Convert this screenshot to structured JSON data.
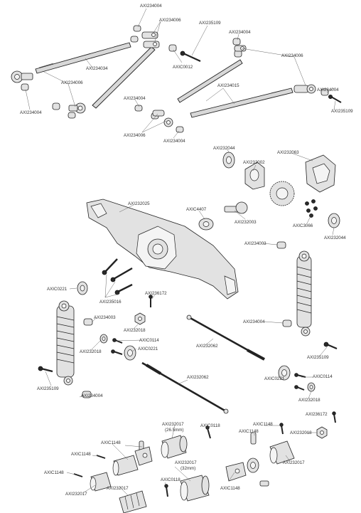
{
  "diagram": {
    "labels": [
      {
        "id": "l01",
        "text": "AXI234004"
      },
      {
        "id": "l02",
        "text": "AXI234006"
      },
      {
        "id": "l03",
        "text": "AXI235109"
      },
      {
        "id": "l04",
        "text": "AXI234004"
      },
      {
        "id": "l05",
        "text": "AXI234006"
      },
      {
        "id": "l06",
        "text": "AXI234034"
      },
      {
        "id": "l07",
        "text": "AXIC0012"
      },
      {
        "id": "l08",
        "text": "AXI234006"
      },
      {
        "id": "l09",
        "text": "AXI234015"
      },
      {
        "id": "l10",
        "text": "AXI234004"
      },
      {
        "id": "l11",
        "text": "AXI234004"
      },
      {
        "id": "l12",
        "text": "AXI234004"
      },
      {
        "id": "l13",
        "text": "AXI235109"
      },
      {
        "id": "l14",
        "text": "AXI234006"
      },
      {
        "id": "l15",
        "text": "AXI234004"
      },
      {
        "id": "l16",
        "text": "AXI232044"
      },
      {
        "id": "l17",
        "text": "AXI232063"
      },
      {
        "id": "l18",
        "text": "AXI232002"
      },
      {
        "id": "l19",
        "text": "AXI232025"
      },
      {
        "id": "l20",
        "text": "AXIC4407"
      },
      {
        "id": "l21",
        "text": "AXI232003"
      },
      {
        "id": "l22",
        "text": "AXIC3066"
      },
      {
        "id": "l23",
        "text": "AXI232044"
      },
      {
        "id": "l24",
        "text": "AXI234003"
      },
      {
        "id": "l25",
        "text": "AXIC0221"
      },
      {
        "id": "l26",
        "text": "AXI235016"
      },
      {
        "id": "l27",
        "text": "AXI236172"
      },
      {
        "id": "l28",
        "text": "AXI234003"
      },
      {
        "id": "l29",
        "text": "AXI232018"
      },
      {
        "id": "l30",
        "text": "AXIC0114"
      },
      {
        "id": "l31",
        "text": "AXIC0221"
      },
      {
        "id": "l32",
        "text": "AXI232018"
      },
      {
        "id": "l33",
        "text": "AXI234004"
      },
      {
        "id": "l34",
        "text": "AXI232062"
      },
      {
        "id": "l35",
        "text": "AXI235109"
      },
      {
        "id": "l36",
        "text": "AXI232062"
      },
      {
        "id": "l37",
        "text": "AXIC0114"
      },
      {
        "id": "l38",
        "text": "AXIC0221"
      },
      {
        "id": "l39",
        "text": "AXI235109"
      },
      {
        "id": "l40",
        "text": "AXI232018"
      },
      {
        "id": "l41",
        "text": "AXI234004"
      },
      {
        "id": "l42",
        "text": "AXI236172"
      },
      {
        "id": "l43",
        "text": "AXI232017"
      },
      {
        "id": "l44",
        "text": "(26.5mm)"
      },
      {
        "id": "l45",
        "text": "AXIC0118"
      },
      {
        "id": "l46",
        "text": "AXIC1148"
      },
      {
        "id": "l47",
        "text": "AXIC1148"
      },
      {
        "id": "l48",
        "text": "AXI232018"
      },
      {
        "id": "l49",
        "text": "AXIC1148"
      },
      {
        "id": "l50",
        "text": "AXIC1148"
      },
      {
        "id": "l51",
        "text": "AXI232017"
      },
      {
        "id": "l52",
        "text": "AXI232017"
      },
      {
        "id": "l53",
        "text": "(32mm)"
      },
      {
        "id": "l54",
        "text": "AXIC1148"
      },
      {
        "id": "l55",
        "text": "AXIC0118"
      },
      {
        "id": "l56",
        "text": "AXI232017"
      },
      {
        "id": "l57",
        "text": "AXI232017"
      },
      {
        "id": "l58",
        "text": "AXIC1148"
      }
    ]
  }
}
